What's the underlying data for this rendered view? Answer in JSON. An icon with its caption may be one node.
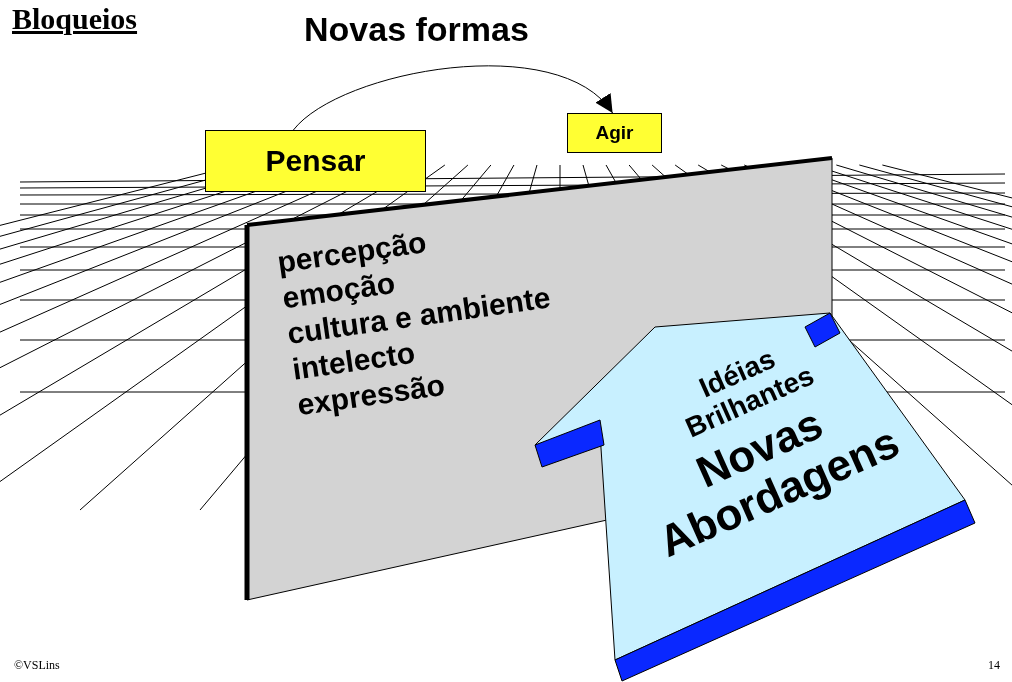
{
  "diagram": {
    "title": "Bloqueios",
    "nodes": [
      {
        "text": [
          "Pensar"
        ]
      },
      {
        "text": [
          "Agir"
        ]
      },
      {
        "text": [
          "percepção",
          "emoção",
          "cultura e ambiente",
          "intelecto",
          "expressão"
        ]
      },
      {
        "text": [
          "Idéias Brilhantes",
          "Novas Abordagens"
        ]
      }
    ],
    "edges": [
      {
        "from": 0,
        "to": 1,
        "arrow": "to",
        "label": "Novas formas"
      }
    ],
    "labels": [
      "©VSLins",
      "14"
    ]
  }
}
